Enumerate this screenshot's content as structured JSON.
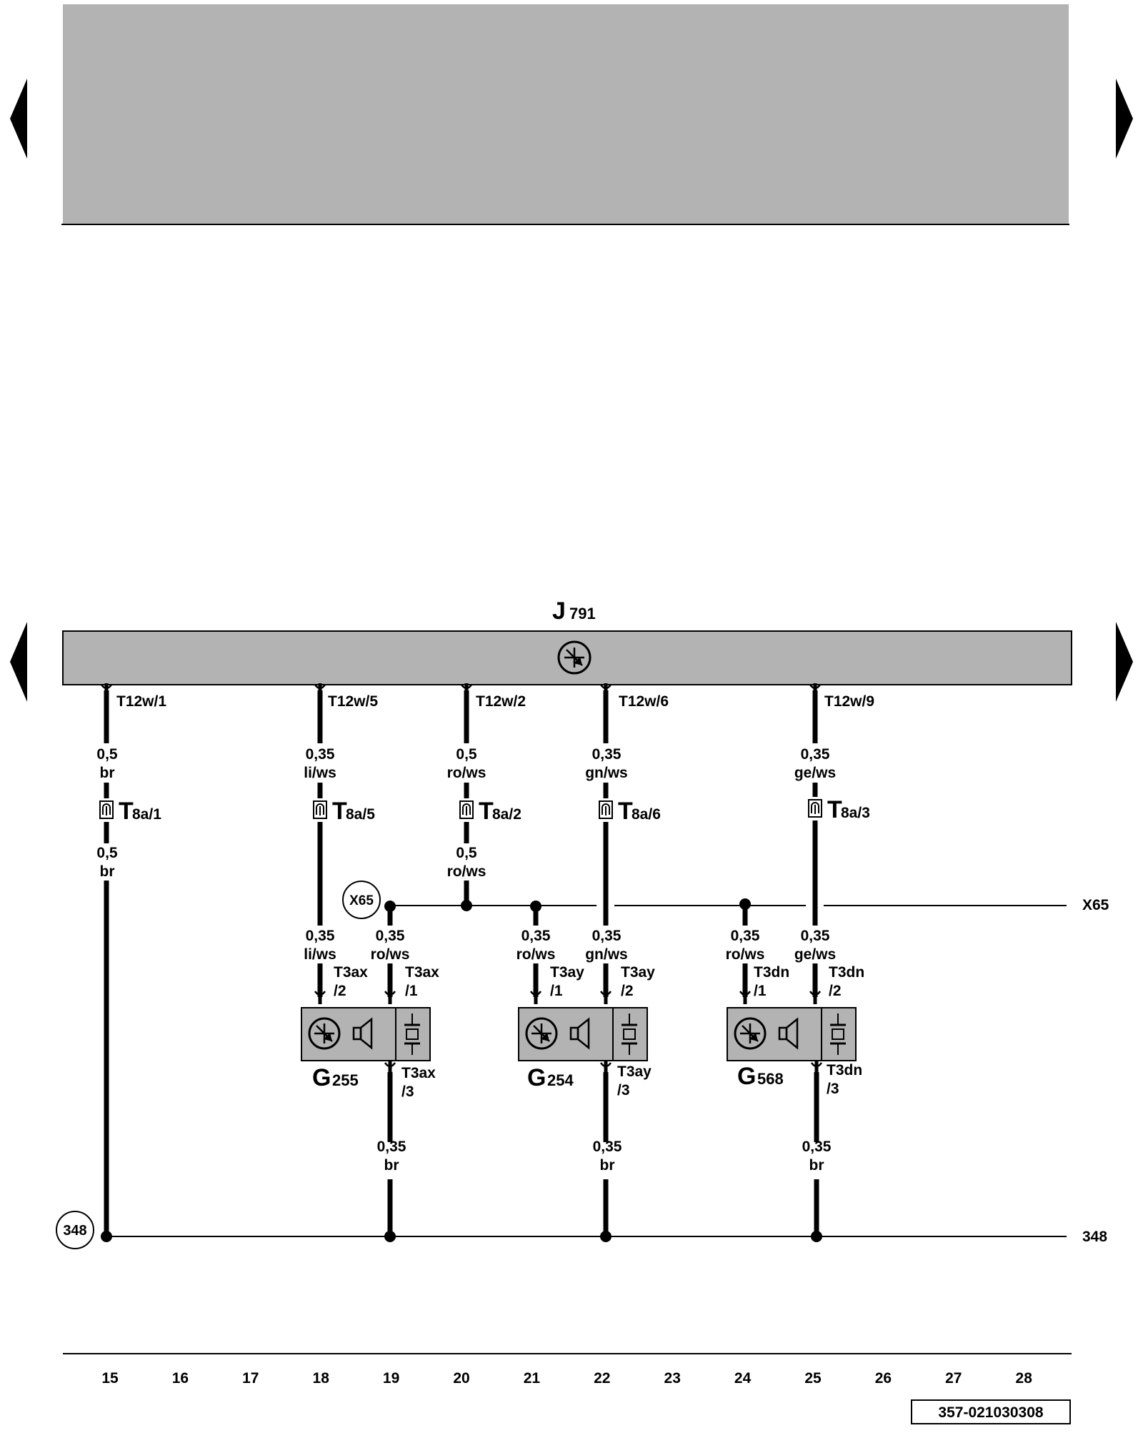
{
  "control_unit": {
    "letter": "J",
    "number": "791"
  },
  "output_pins": [
    {
      "pin": "T12w/1",
      "wire_top": [
        "0,5",
        "br"
      ],
      "connector": "8a/1",
      "wire_below": [
        "0,5",
        "br"
      ]
    },
    {
      "pin": "T12w/5",
      "wire_top": [
        "0,35",
        "li/ws"
      ],
      "connector": "8a/5"
    },
    {
      "pin": "T12w/2",
      "wire_top": [
        "0,5",
        "ro/ws"
      ],
      "connector": "8a/2",
      "wire_below": [
        "0,5",
        "ro/ws"
      ]
    },
    {
      "pin": "T12w/6",
      "wire_top": [
        "0,35",
        "gn/ws"
      ],
      "connector": "8a/6"
    },
    {
      "pin": "T12w/9",
      "wire_top": [
        "0,35",
        "ge/ws"
      ],
      "connector": "8a/3"
    }
  ],
  "connector_prefix": "T",
  "x65": {
    "badge": "X65",
    "label_right": "X65"
  },
  "ground": {
    "badge": "348",
    "label_right": "348"
  },
  "sensors": [
    {
      "letter": "G",
      "number": "255",
      "in_left": {
        "wire": [
          "0,35",
          "li/ws"
        ],
        "pin": [
          "T3ax",
          "/2"
        ]
      },
      "in_right": {
        "wire": [
          "0,35",
          "ro/ws"
        ],
        "pin": [
          "T3ax",
          "/1"
        ]
      },
      "out": {
        "pin": [
          "T3ax",
          "/3"
        ],
        "wire": [
          "0,35",
          "br"
        ]
      }
    },
    {
      "letter": "G",
      "number": "254",
      "in_left": {
        "wire": [
          "0,35",
          "ro/ws"
        ],
        "pin": [
          "T3ay",
          "/1"
        ]
      },
      "in_right": {
        "wire": [
          "0,35",
          "gn/ws"
        ],
        "pin": [
          "T3ay",
          "/2"
        ]
      },
      "out": {
        "pin": [
          "T3ay",
          "/3"
        ],
        "wire": [
          "0,35",
          "br"
        ]
      }
    },
    {
      "letter": "G",
      "number": "568",
      "in_left": {
        "wire": [
          "0,35",
          "ro/ws"
        ],
        "pin": [
          "T3dn",
          "/1"
        ]
      },
      "in_right": {
        "wire": [
          "0,35",
          "ge/ws"
        ],
        "pin": [
          "T3dn",
          "/2"
        ]
      },
      "out": {
        "pin": [
          "T3dn",
          "/3"
        ],
        "wire": [
          "0,35",
          "br"
        ]
      }
    }
  ],
  "grid_numbers": [
    "15",
    "16",
    "17",
    "18",
    "19",
    "20",
    "21",
    "22",
    "23",
    "24",
    "25",
    "26",
    "27",
    "28"
  ],
  "document_number": "357-021030308",
  "colors": {
    "panel": "#b3b3b3",
    "wire": "#000000",
    "background": "#ffffff"
  }
}
